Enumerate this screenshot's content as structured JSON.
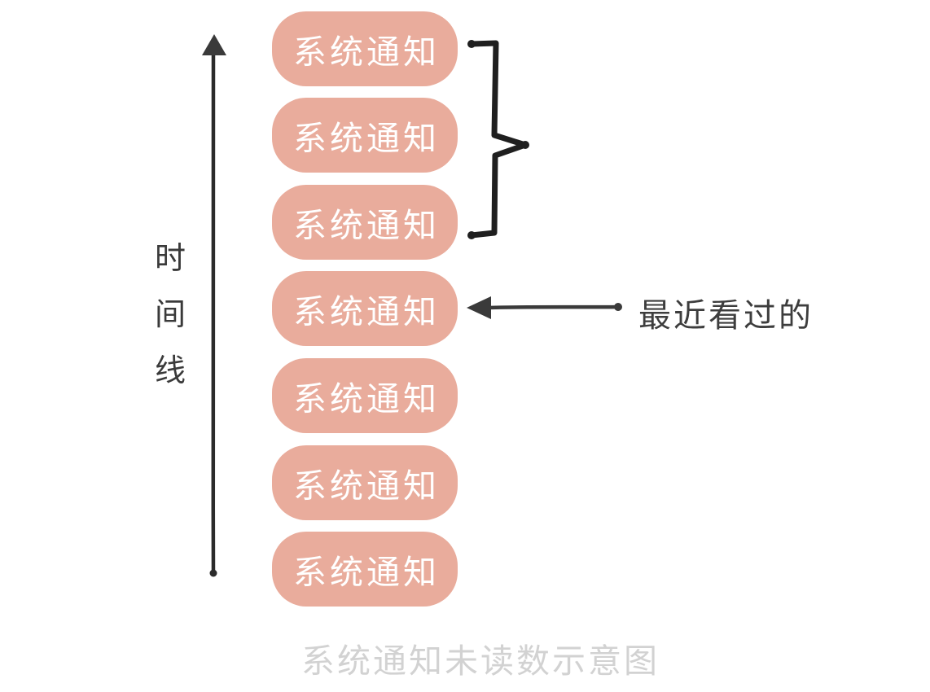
{
  "diagram": {
    "caption": "系统通知未读数示意图",
    "timeline": {
      "label": "时间线",
      "chars": [
        "时",
        "间",
        "线"
      ]
    },
    "boxes": {
      "items": [
        {
          "label": "系统通知"
        },
        {
          "label": "系统通知"
        },
        {
          "label": "系统通知"
        },
        {
          "label": "系统通知"
        },
        {
          "label": "系统通知"
        },
        {
          "label": "系统通知"
        },
        {
          "label": "系统通知"
        }
      ]
    },
    "annotations": {
      "recently_viewed_label": "最近看过的"
    },
    "colors": {
      "box_fill": "#E9AC9C",
      "box_text": "#FFFFFF",
      "stroke": "#2B2B2B",
      "label_text": "#3A3A3A",
      "caption_text": "#D2D2D2",
      "background": "#FFFFFF"
    }
  }
}
